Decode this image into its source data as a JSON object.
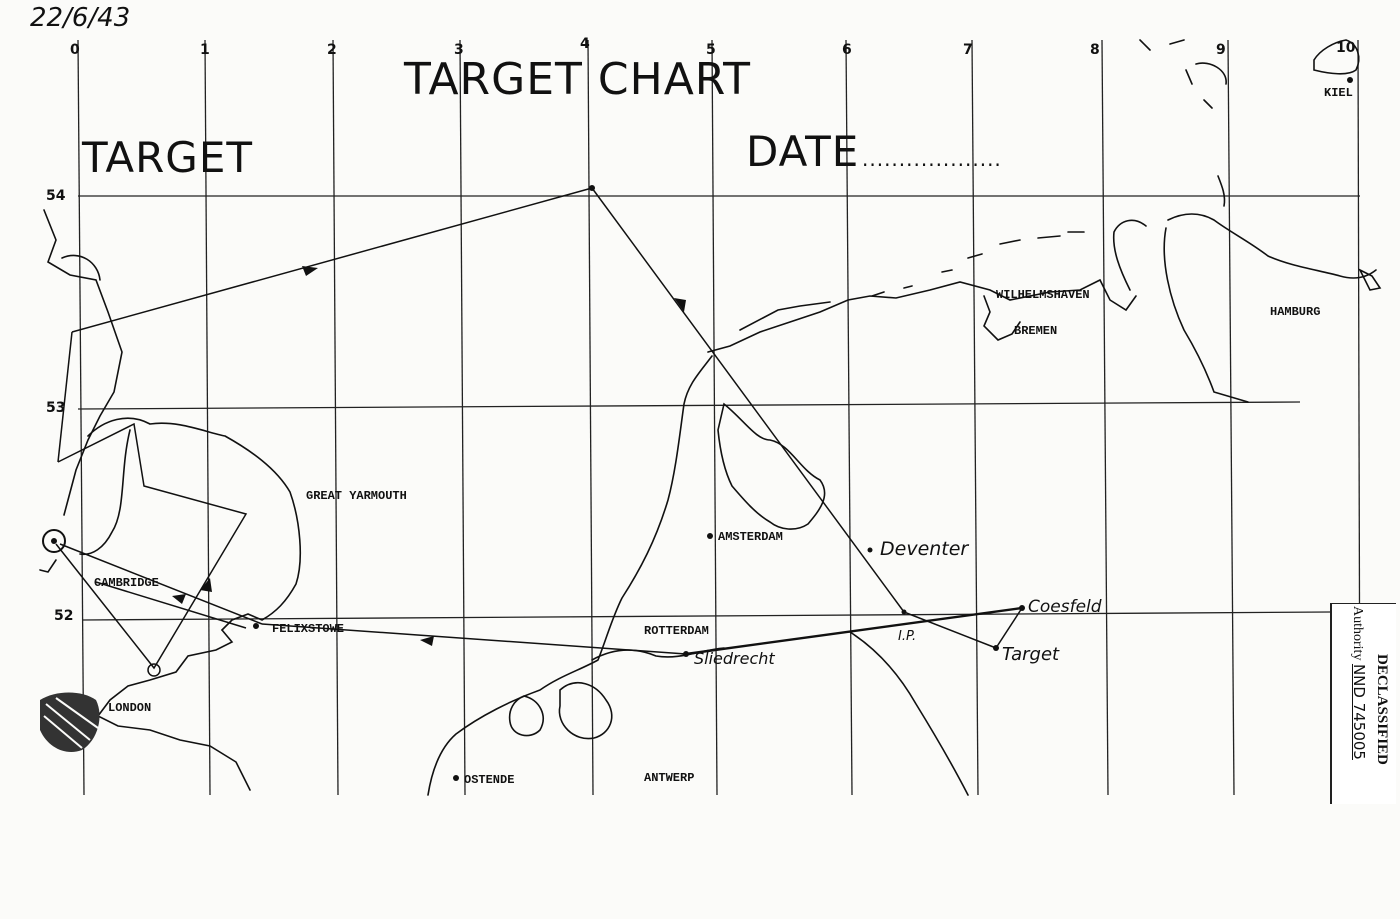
{
  "handwritten_date": "22/6/43",
  "header": {
    "title": "TARGET CHART",
    "target_label": "TARGET",
    "date_label": "DATE",
    "date_leader": "..................."
  },
  "grid": {
    "longitudes": [
      "0",
      "1",
      "2",
      "3",
      "4",
      "5",
      "6",
      "7",
      "8",
      "9",
      "10"
    ],
    "latitudes": [
      "54",
      "53",
      "52"
    ]
  },
  "places": {
    "kiel": "KIEL",
    "wilhelmshaven": "WILHELMSHAVEN",
    "bremen": "BREMEN",
    "hamburg": "HAMBURG",
    "great_yarmouth": "GREAT YARMOUTH",
    "cambridge": "CAMBRIDGE",
    "felixstowe": "FELIXSTOWE",
    "london": "LONDON",
    "amsterdam": "AMSTERDAM",
    "rotterdam": "ROTTERDAM",
    "ostende": "OSTENDE",
    "antwerp": "ANTWERP"
  },
  "route_labels": {
    "deventer": "Deventer",
    "coesfeld": "Coesfeld",
    "ip": "I.P.",
    "target": "Target",
    "sliedrecht": "Sliedrecht"
  },
  "stamp": {
    "declassified": "DECLASSIFIED",
    "authority_label": "Authority",
    "authority_value": "NND 745005"
  }
}
